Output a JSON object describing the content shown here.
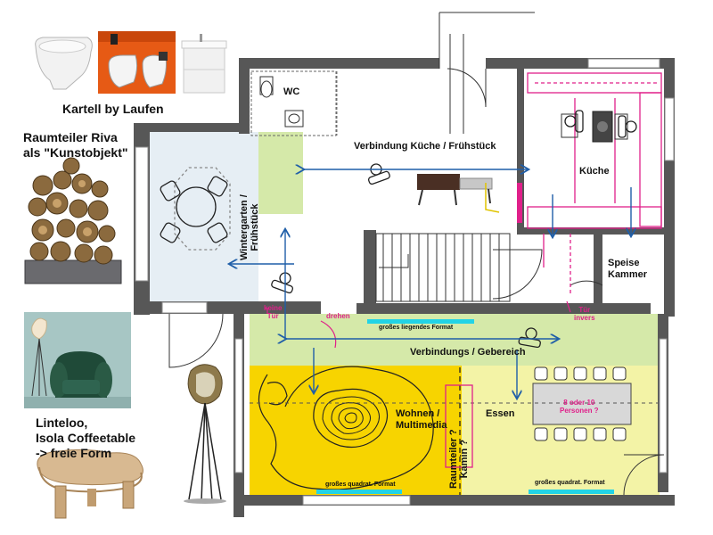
{
  "product_labels": {
    "laufen": "Kartell by Laufen",
    "riva": "Raumteiler Riva\nals \"Kunstobjekt\"",
    "linteloo": "Linteloo,\nIsola Coffeetable\n-> freie Form"
  },
  "rooms": {
    "wc": "WC",
    "verbindung_kueche": "Verbindung Küche / Frühstück",
    "kueche": "Küche",
    "wintergarten": "Wintergarten /\nFrühstück",
    "speisekammer": "Speise\nKammer",
    "verbindung_gehbereich": "Verbindungs / Gebereich",
    "wohnen": "Wohnen /\nMultimedia",
    "essen": "Essen",
    "raumteiler_kamin": "Raumteiler ?\nKamin ?",
    "personen": "8 oder 10\nPersonen ?"
  },
  "annotations": {
    "keine_tuer": "keine\nTür",
    "drehen": "drehen",
    "tuer_invers": "Tür\ninvers",
    "format_liegend": "großes liegendes Format",
    "format_quadrat_left": "großes quadrat. Format",
    "format_quadrat_right": "großes quadrat. Format"
  },
  "colors": {
    "wall": "#575757",
    "wintergarten_fill": "#e6eef4",
    "green_zone": "#d5e9a9",
    "yellow_zone": "#f7d400",
    "essen_zone": "#f3f3a6",
    "blue_arrow": "#1f5ea8",
    "pink_annotation": "#e0208a",
    "cyan_marker": "#22d3e6"
  }
}
